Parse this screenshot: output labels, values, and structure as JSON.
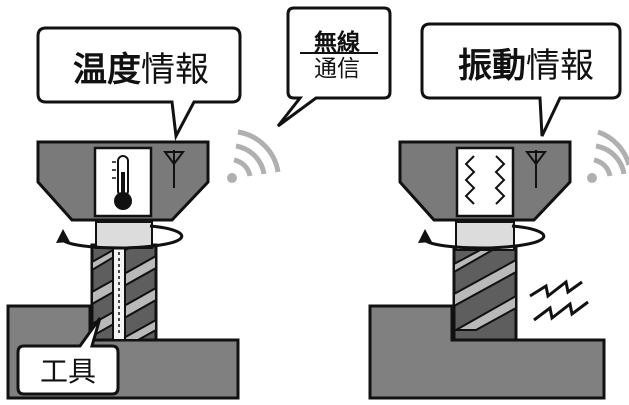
{
  "labels": {
    "temperature_bold": "温度",
    "temperature_rest": "情報",
    "vibration_bold": "振動",
    "vibration_rest": "情報",
    "wireless_line1": "無線",
    "wireless_line2": "通信",
    "tool": "工具"
  },
  "icons": [
    "thermometer-icon",
    "antenna-icon",
    "wifi-icon",
    "vibration-wave-icon",
    "rotation-arrow-icon",
    "vibration-zigzag-icon"
  ],
  "colors": {
    "housing": "#7a7a7a",
    "stroke": "#111111",
    "workpiece": "#808080",
    "drill": "#5e5e5e",
    "flute": "#b9b9b9",
    "shank": "#dcdcdc",
    "wifi": "#b0b0b0"
  }
}
